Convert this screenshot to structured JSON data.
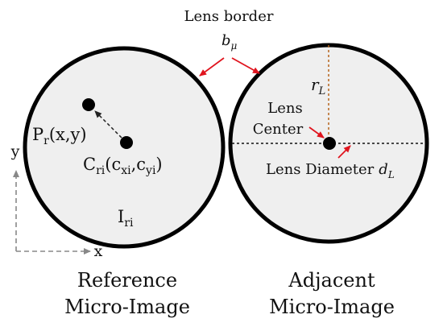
{
  "labels": {
    "lens_border": "Lens border",
    "b_mu": "b",
    "b_mu_sub": "μ",
    "r_L": "r",
    "r_L_sub": "L",
    "lens_center_line1": "Lens",
    "lens_center_line2": "Center",
    "lens_diameter": "Lens Diameter",
    "d_L": "d",
    "d_L_sub": "L",
    "P_r": "P",
    "P_r_sub": "r",
    "P_r_args": "(x,y)",
    "C_ri": "C",
    "C_ri_sub": "ri",
    "C_ri_open": "(c",
    "C_ri_xi": "xi",
    "C_ri_comma": ",c",
    "C_ri_yi": "yi",
    "C_ri_close": ")",
    "I_ri": "I",
    "I_ri_sub": "ri",
    "axis_x": "x",
    "axis_y": "y",
    "reference_line1": "Reference",
    "reference_line2": "Micro-Image",
    "adjacent_line1": "Adjacent",
    "adjacent_line2": "Micro-Image"
  },
  "colors": {
    "lens_fill": "#efefef",
    "lens_stroke": "#000000",
    "arrow_red": "#e0141e",
    "radius_line": "#b5651d",
    "axis_gray": "#888888"
  }
}
